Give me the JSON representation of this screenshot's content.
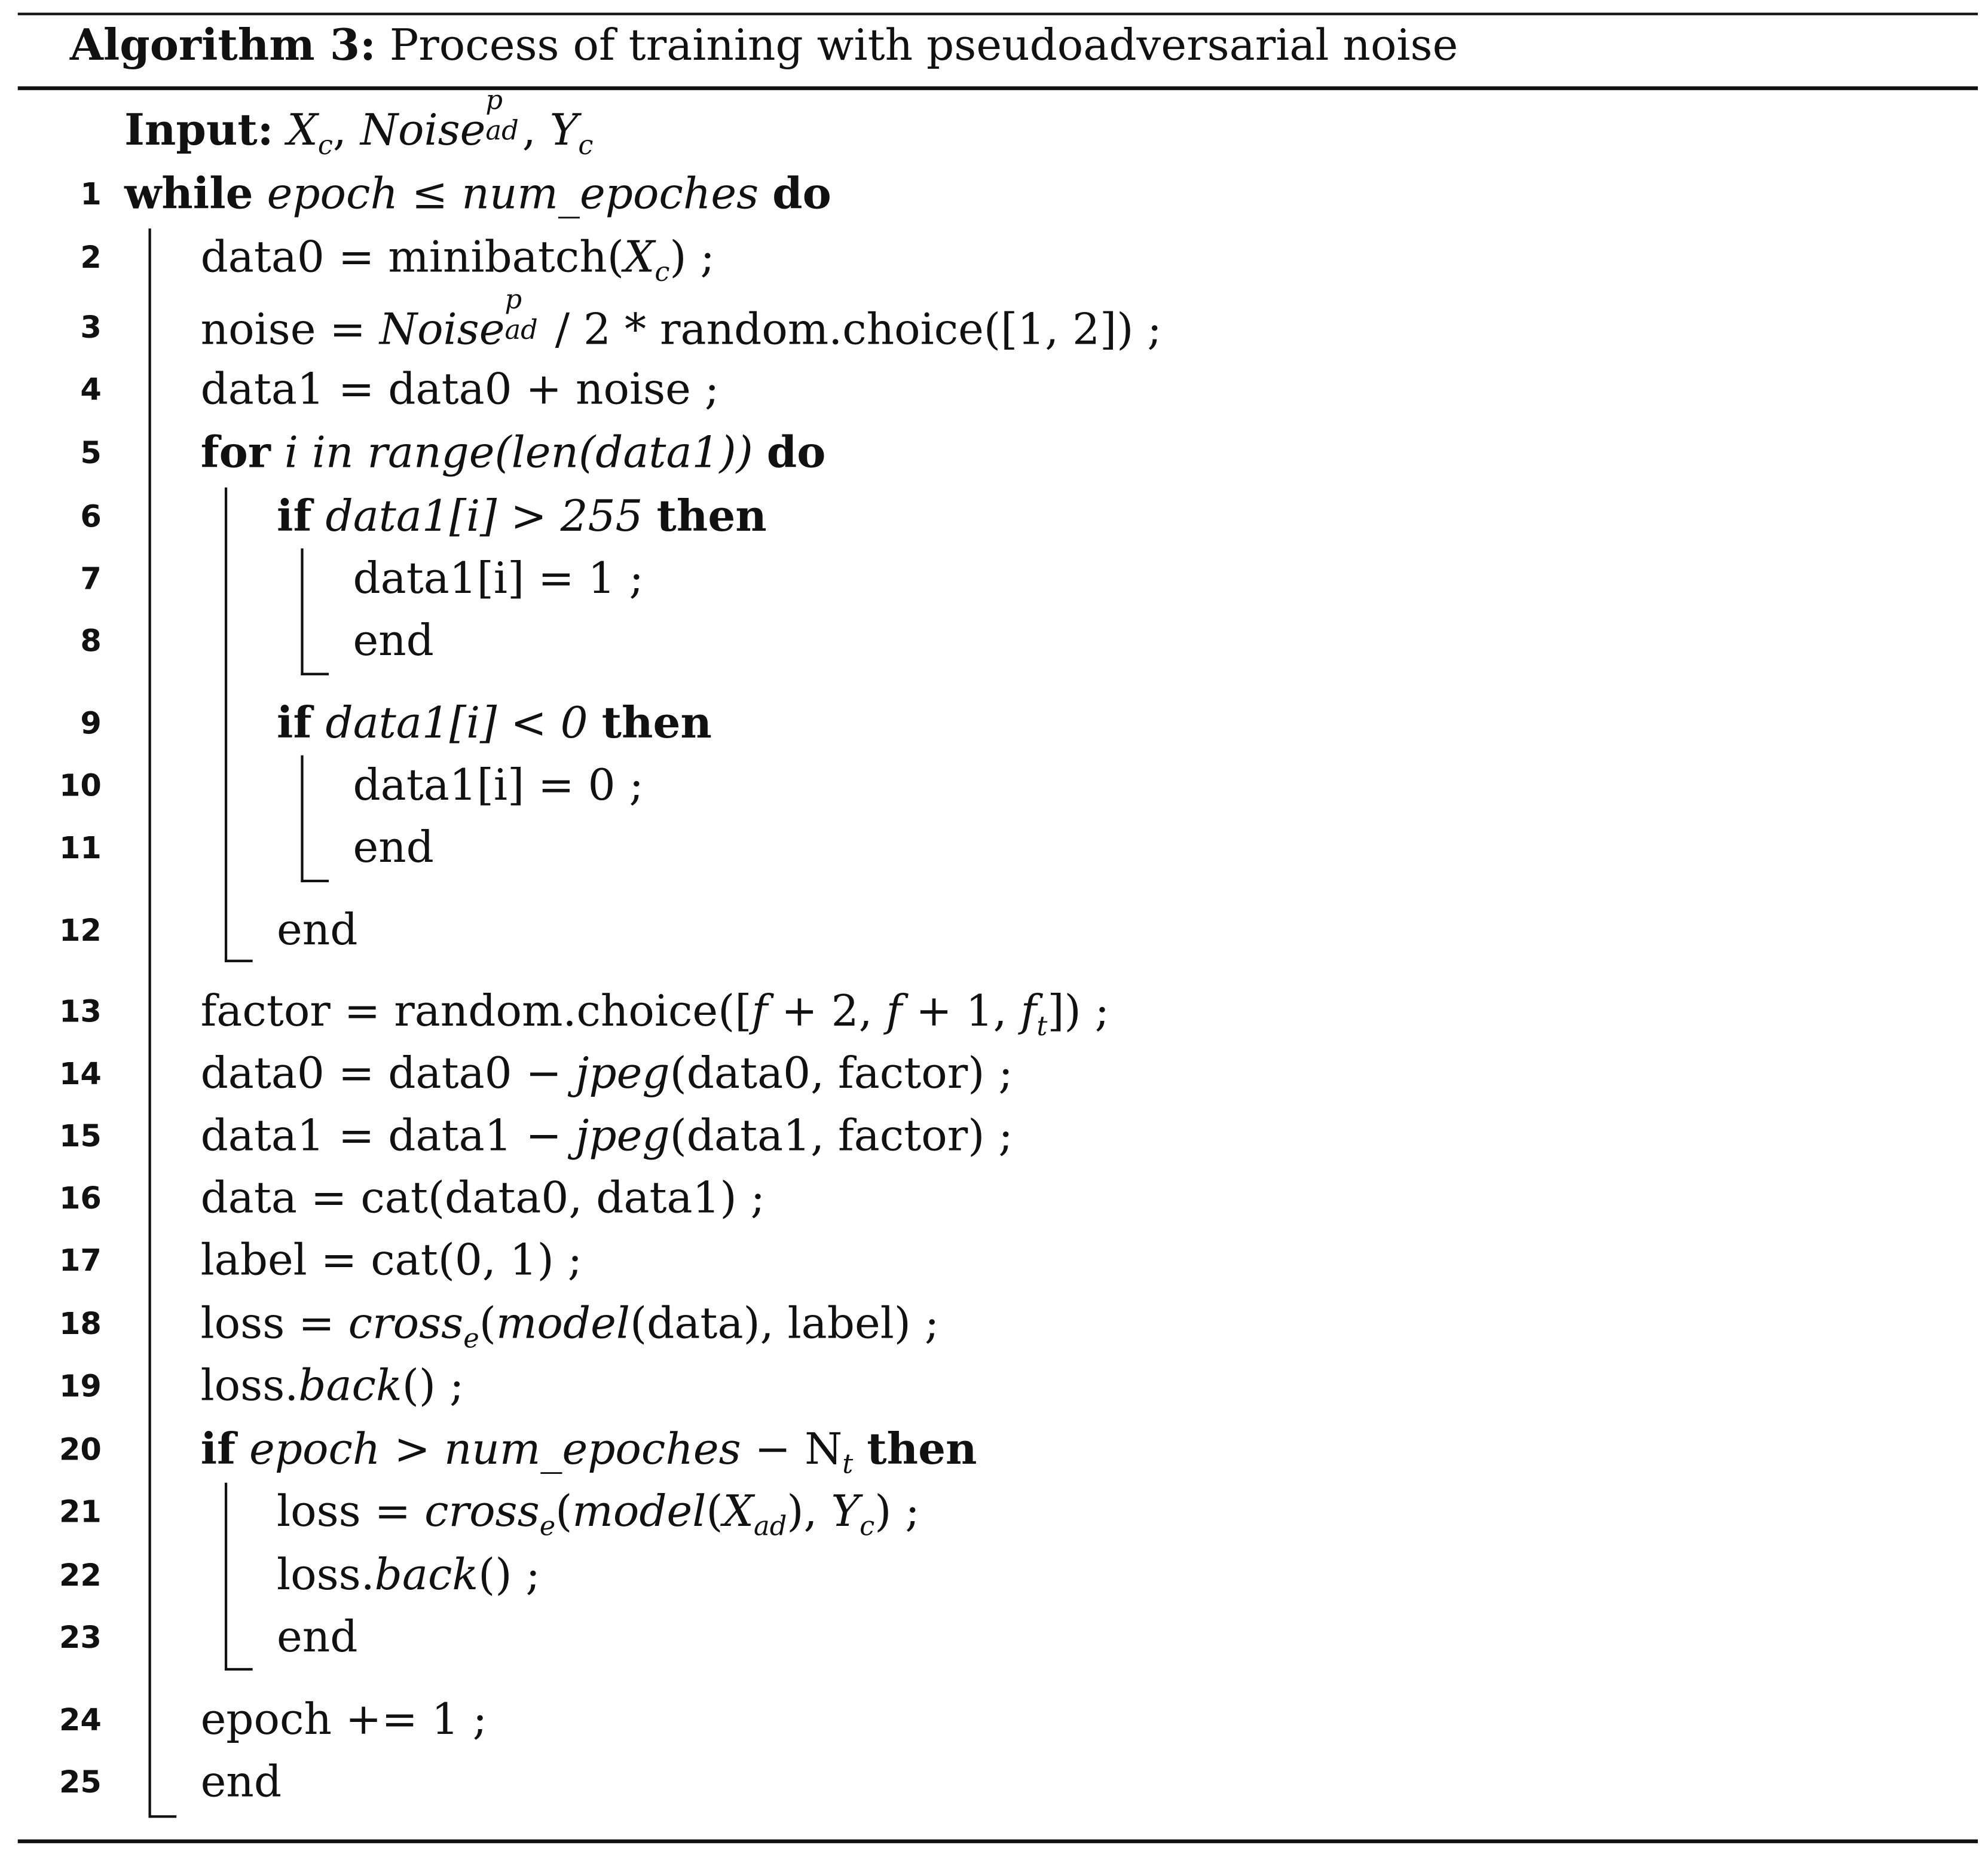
{
  "algorithm": {
    "title_label": "Algorithm 3:",
    "title_text": " Process of training with pseudoadversarial noise",
    "input_label": "Input:",
    "lines": [
      {
        "n": "1"
      },
      {
        "n": "2"
      },
      {
        "n": "3"
      },
      {
        "n": "4"
      },
      {
        "n": "5"
      },
      {
        "n": "6"
      },
      {
        "n": "7"
      },
      {
        "n": "8"
      },
      {
        "n": "9"
      },
      {
        "n": "10"
      },
      {
        "n": "11"
      },
      {
        "n": "12"
      },
      {
        "n": "13"
      },
      {
        "n": "14"
      },
      {
        "n": "15"
      },
      {
        "n": "16"
      },
      {
        "n": "17"
      },
      {
        "n": "18"
      },
      {
        "n": "19"
      },
      {
        "n": "20"
      },
      {
        "n": "21"
      },
      {
        "n": "22"
      },
      {
        "n": "23"
      },
      {
        "n": "24"
      },
      {
        "n": "25"
      }
    ],
    "keywords": {
      "while": "while",
      "do": "do",
      "for": "for",
      "if": "if",
      "then": "then",
      "end": "end"
    }
  }
}
